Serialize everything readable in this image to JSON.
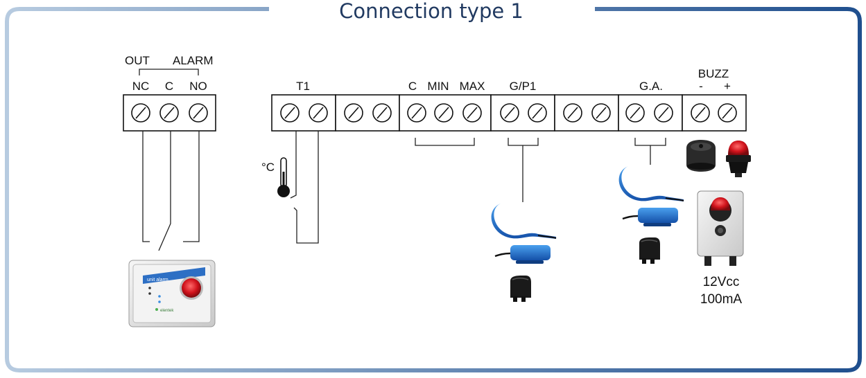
{
  "title": "Connection type 1",
  "colors": {
    "frame_left": "#a9bfd8",
    "frame_right": "#1f4f8e",
    "title": "#213a61"
  },
  "terminals": {
    "out_label": "OUT",
    "alarm_label": "ALARM",
    "nc": "NC",
    "c": "C",
    "no": "NO",
    "t1": "T1",
    "c2": "C",
    "min": "MIN",
    "max": "MAX",
    "gp1": "G/P1",
    "ga": "G.A.",
    "buzz": "BUZZ",
    "minus": "-",
    "plus": "+"
  },
  "thermo": {
    "unit": "°C",
    "icon": "thermometer-icon"
  },
  "alarm_unit": {
    "icon": "alarm-control-box-image",
    "title": "unit alarm",
    "brand": "elentek"
  },
  "float_switches": {
    "icon": "float-switch-icon"
  },
  "buzzer": {
    "icons": [
      "buzzer-icon",
      "beacon-light-icon",
      "siren-box-icon"
    ],
    "voltage": "12Vcc",
    "current": "100mA"
  }
}
